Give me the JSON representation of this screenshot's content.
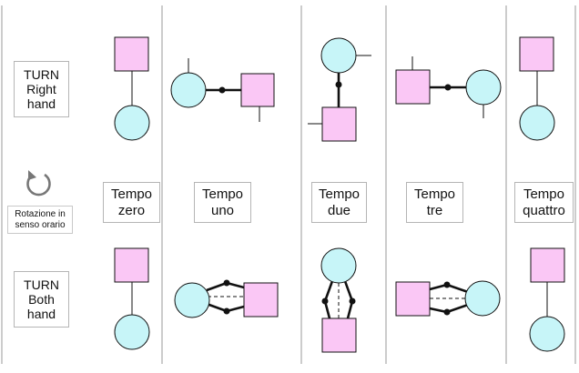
{
  "turn_right_label": "TURN\nRight\nhand",
  "turn_both_label": "TURN\nBoth\nhand",
  "rotation_icon": "clockwise-arrow-icon",
  "rotation_note": "Rotazione in\nsenso orario",
  "phases": [
    {
      "label": "Tempo\nzero"
    },
    {
      "label": "Tempo\nuno"
    },
    {
      "label": "Tempo\ndue"
    },
    {
      "label": "Tempo\ntre"
    },
    {
      "label": "Tempo\nquattro"
    }
  ],
  "colors": {
    "circle_fill": "#c7f5f8",
    "square_fill": "#fac7f5",
    "outline": "#111111",
    "divider": "#9a9a9a",
    "label_border": "#b5b5b5",
    "rotation_arrow": "#777777"
  }
}
